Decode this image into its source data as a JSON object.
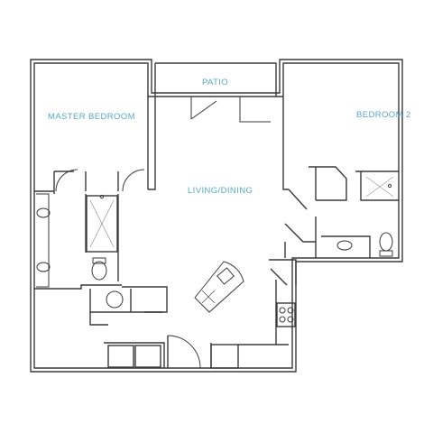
{
  "colors": {
    "wall": "#3a3a3a",
    "label": "#5aa9c4",
    "background": "#ffffff"
  },
  "rooms": {
    "master_bedroom": "MASTER BEDROOM",
    "patio": "PATIO",
    "bedroom_2": "BEDROOM 2",
    "living_dining": "LIVING/DINING"
  }
}
